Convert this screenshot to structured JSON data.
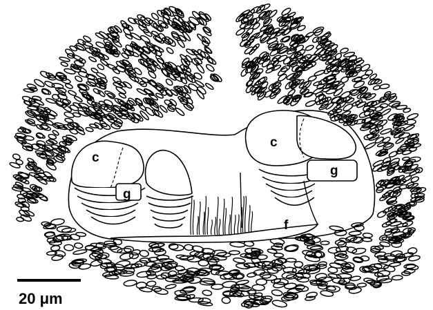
{
  "figure": {
    "labels": {
      "c_left": "c",
      "g_left": "g",
      "c_right": "c",
      "g_right": "g",
      "f": "f"
    },
    "scale_bar": {
      "text": "20 μm"
    }
  }
}
